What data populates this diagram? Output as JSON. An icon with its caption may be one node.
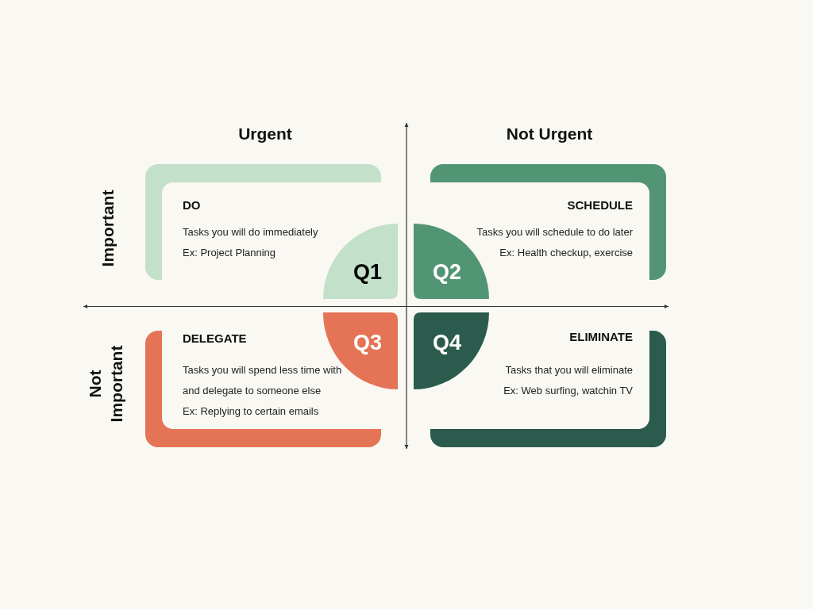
{
  "diagram": {
    "nodes": [
      {
        "text": [
          "DO",
          "Tasks you will do immediately",
          "Ex: Project Planning"
        ]
      },
      {
        "text": [
          "Q1"
        ]
      },
      {
        "text": [
          "Q2"
        ]
      },
      {
        "text": [
          "SCHEDULE",
          "Tasks you will schedule to do later",
          "Ex: Health checkup, exercise"
        ]
      },
      {
        "text": [
          "DELEGATE",
          "Tasks you will spend less time with and delegate to someone else",
          "Ex: Replying to certain emails"
        ]
      },
      {
        "text": [
          "Q3"
        ]
      },
      {
        "text": [
          "Q4"
        ]
      },
      {
        "text": [
          "ELIMINATE",
          "Tasks that you will eliminate",
          "Ex: Web surfing, watchin TV"
        ]
      }
    ],
    "labels": [
      "Urgent",
      "Not Urgent",
      "Important",
      "Not Important"
    ]
  }
}
